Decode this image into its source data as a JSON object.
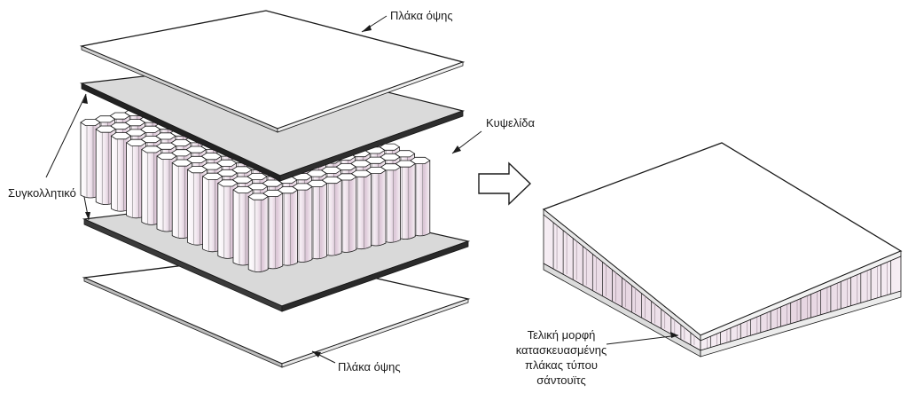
{
  "labels": {
    "face_sheet_top": "Πλάκα όψης",
    "face_sheet_bottom": "Πλάκα όψης",
    "honeycomb": "Κυψελίδα",
    "adhesive": "Συγκολλητικό",
    "final_line1": "Τελική μορφή",
    "final_line2": "κατασκευασμένης",
    "final_line3": "πλάκας τύπου",
    "final_line4": "σάντουϊτς"
  },
  "icons": {
    "process_arrow": "right-arrow-icon"
  },
  "colors": {
    "outline": "#1a1a1a",
    "adhesive_fill": "#d9d9d9",
    "adhesive_edge": "#2a2a2a",
    "cell_light": "#ffffff",
    "cell_tint": "#e9dbe6",
    "face_sheet": "#ffffff"
  }
}
